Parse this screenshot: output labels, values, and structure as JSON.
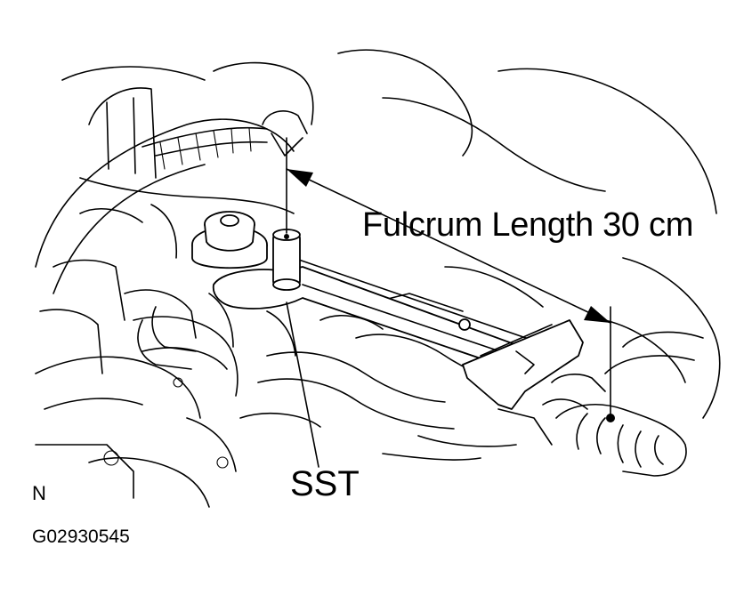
{
  "figure": {
    "callout_fulcrum": "Fulcrum Length 30 cm",
    "callout_tool": "SST",
    "corner_mark": "N",
    "figure_code": "G02930545"
  }
}
